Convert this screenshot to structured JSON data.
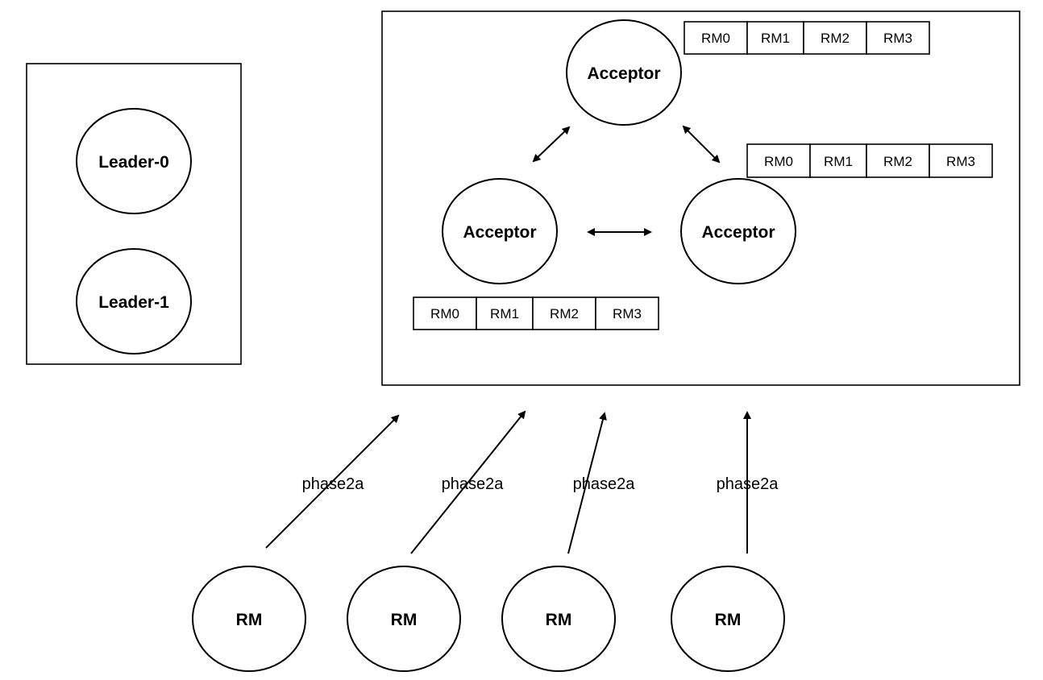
{
  "colors": {
    "stroke": "#000000",
    "background": "#ffffff"
  },
  "leaders": [
    {
      "label": "Leader-0"
    },
    {
      "label": "Leader-1"
    }
  ],
  "acceptors": [
    {
      "label": "Acceptor",
      "log": [
        "RM0",
        "RM1",
        "RM2",
        "RM3"
      ]
    },
    {
      "label": "Acceptor",
      "log": [
        "RM0",
        "RM1",
        "RM2",
        "RM3"
      ]
    },
    {
      "label": "Acceptor",
      "log": [
        "RM0",
        "RM1",
        "RM2",
        "RM3"
      ]
    }
  ],
  "resource_managers": [
    {
      "label": "RM",
      "message": "phase2a"
    },
    {
      "label": "RM",
      "message": "phase2a"
    },
    {
      "label": "RM",
      "message": "phase2a"
    },
    {
      "label": "RM",
      "message": "phase2a"
    }
  ]
}
